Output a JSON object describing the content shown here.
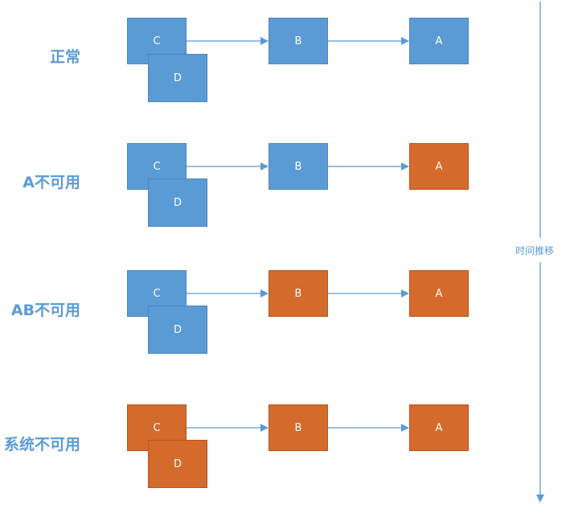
{
  "colors": {
    "ok": "#5b9bd5",
    "down": "#d46a2b",
    "arrow": "#5b9bd5"
  },
  "axis": {
    "label": "时间推移"
  },
  "rows": [
    {
      "label": "正常",
      "nodes": {
        "C": "C",
        "D": "D",
        "B": "B",
        "A": "A"
      },
      "status": {
        "C": "ok",
        "D": "ok",
        "B": "ok",
        "A": "ok"
      }
    },
    {
      "label": "A不可用",
      "nodes": {
        "C": "C",
        "D": "D",
        "B": "B",
        "A": "A"
      },
      "status": {
        "C": "ok",
        "D": "ok",
        "B": "ok",
        "A": "down"
      }
    },
    {
      "label": "AB不可用",
      "nodes": {
        "C": "C",
        "D": "D",
        "B": "B",
        "A": "A"
      },
      "status": {
        "C": "ok",
        "D": "ok",
        "B": "down",
        "A": "down"
      }
    },
    {
      "label": "系统不可用",
      "nodes": {
        "C": "C",
        "D": "D",
        "B": "B",
        "A": "A"
      },
      "status": {
        "C": "down",
        "D": "down",
        "B": "down",
        "A": "down"
      }
    }
  ]
}
